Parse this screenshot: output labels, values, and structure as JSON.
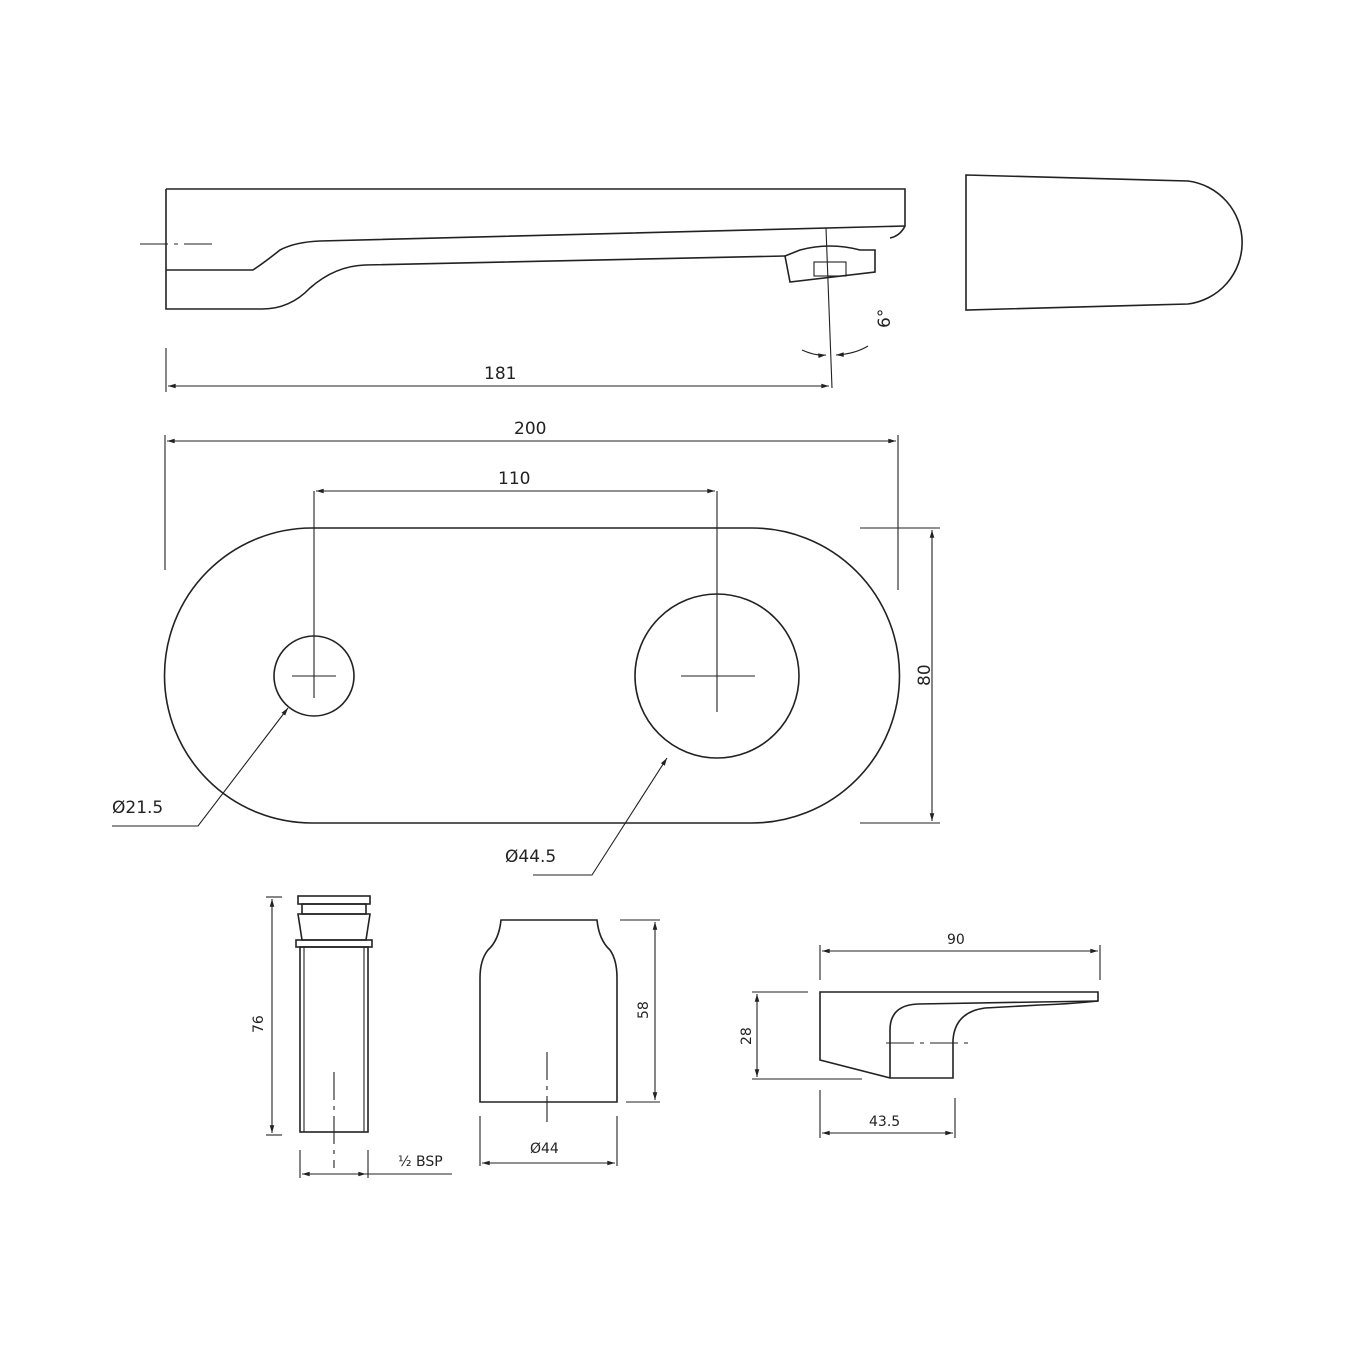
{
  "drawing": {
    "spout": {
      "length_dim": "181",
      "angle_dim": "6°"
    },
    "plate": {
      "width_dim": "200",
      "hole_spacing_dim": "110",
      "height_dim": "80",
      "small_hole_dia": "Ø21.5",
      "large_hole_dia": "Ø44.5"
    },
    "cartridge": {
      "height_dim": "76",
      "thread_label": "½ BSP"
    },
    "cap": {
      "height_dim": "58",
      "dia_dim": "Ø44"
    },
    "lever": {
      "length_dim": "90",
      "height_dim": "28",
      "offset_dim": "43.5"
    }
  },
  "colors": {
    "line": "#222222",
    "background": "#ffffff"
  }
}
